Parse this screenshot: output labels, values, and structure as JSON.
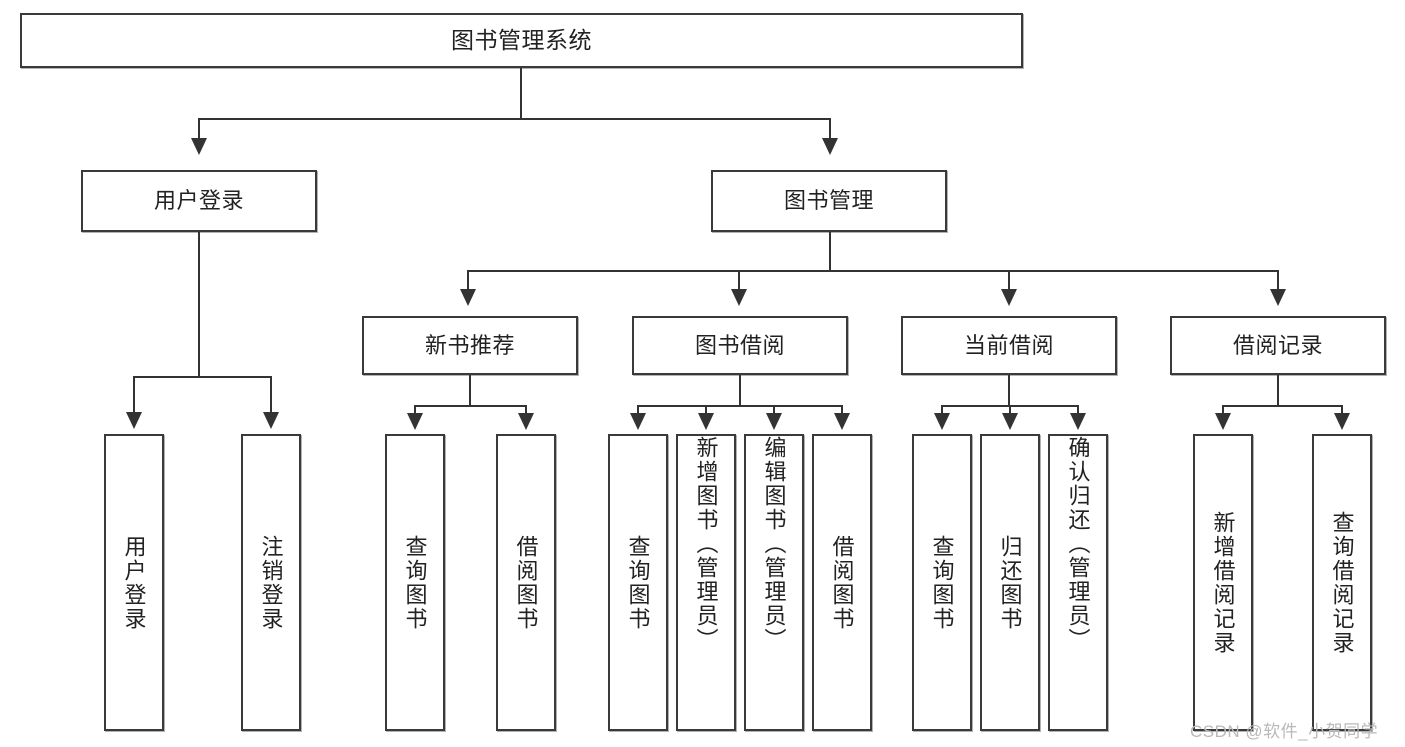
{
  "diagram": {
    "title": "图书管理系统",
    "root": {
      "label": "图书管理系统"
    },
    "level1": [
      {
        "label": "用户登录"
      },
      {
        "label": "图书管理"
      }
    ],
    "level2": [
      {
        "label": "新书推荐"
      },
      {
        "label": "图书借阅"
      },
      {
        "label": "当前借阅"
      },
      {
        "label": "借阅记录"
      }
    ],
    "leaves": [
      {
        "label": "用户登录",
        "parent": "用户登录"
      },
      {
        "label": "注销登录",
        "parent": "用户登录"
      },
      {
        "label": "查询图书",
        "parent": "新书推荐"
      },
      {
        "label": "借阅图书",
        "parent": "新书推荐"
      },
      {
        "label": "查询图书",
        "parent": "图书借阅"
      },
      {
        "label": "新增图书（管理员）",
        "parent": "图书借阅"
      },
      {
        "label": "编辑图书（管理员）",
        "parent": "图书借阅"
      },
      {
        "label": "借阅图书",
        "parent": "图书借阅"
      },
      {
        "label": "查询图书",
        "parent": "当前借阅"
      },
      {
        "label": "归还图书",
        "parent": "当前借阅"
      },
      {
        "label": "确认归还（管理员）",
        "parent": "当前借阅"
      },
      {
        "label": "新增借阅记录",
        "parent": "借阅记录"
      },
      {
        "label": "查询借阅记录",
        "parent": "借阅记录"
      }
    ]
  },
  "watermark": {
    "text": "CSDN @软件_小贺同学"
  },
  "colors": {
    "border": "#3a3a3a",
    "line": "#333333",
    "background": "#ffffff",
    "text": "#222222",
    "watermark": "#b9b9b9"
  }
}
